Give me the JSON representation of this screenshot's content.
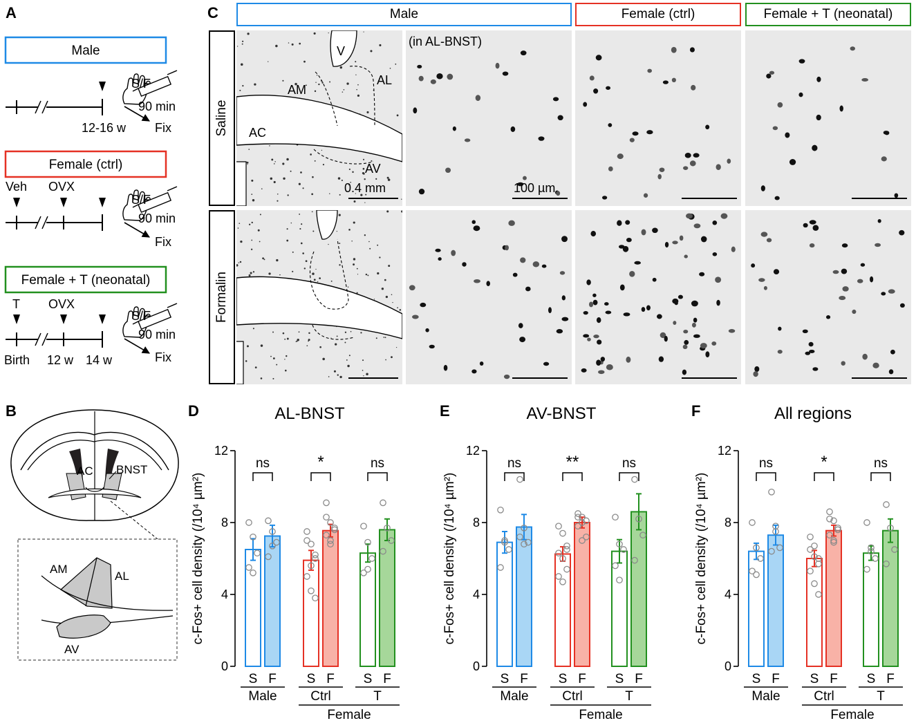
{
  "panels": {
    "A": "A",
    "B": "B",
    "C": "C",
    "D": "D",
    "E": "E",
    "F": "F"
  },
  "colors": {
    "male": "#1e8ae6",
    "female_ctrl": "#e53124",
    "female_t": "#22901f",
    "male_fill": "#a9d6f5",
    "ctrl_fill": "#f8b2a7",
    "t_fill": "#a6d79a"
  },
  "panel_a": {
    "groups": [
      {
        "label": "Male",
        "color": "#1e8ae6",
        "events": [],
        "times": [
          "12-16 w"
        ],
        "stim": "S/F",
        "wait": "90 min",
        "fix": "Fix"
      },
      {
        "label": "Female (ctrl)",
        "color": "#e53124",
        "events": [
          "Veh",
          "OVX"
        ],
        "times": [],
        "stim": "S/F",
        "wait": "90 min",
        "fix": "Fix"
      },
      {
        "label": "Female + T (neonatal)",
        "color": "#22901f",
        "events": [
          "T",
          "OVX"
        ],
        "times": [
          "Birth",
          "12 w",
          "14 w"
        ],
        "stim": "S/F",
        "wait": "90 min",
        "fix": "Fix"
      }
    ]
  },
  "panel_b": {
    "labels": {
      "ac": "AC",
      "bnst": "BNST",
      "am": "AM",
      "al": "AL",
      "av": "AV"
    }
  },
  "panel_c": {
    "headers": [
      "Male",
      "Female (ctrl)",
      "Female + T (neonatal)"
    ],
    "rows": [
      "Saline",
      "Formalin"
    ],
    "overview_labels": {
      "v": "V",
      "am": "AM",
      "al": "AL",
      "ac": "AC",
      "av": "AV"
    },
    "inset_note": "(in AL-BNST)",
    "scale_overview": "0.4 mm",
    "scale_detail": "100 µm"
  },
  "chart_data": [
    {
      "type": "bar",
      "title": "AL-BNST",
      "ylabel": "c-Fos+ cell density (/10⁴ µm²)",
      "ylim": [
        0,
        12
      ],
      "yticks": [
        0,
        4,
        8,
        12
      ],
      "categories": [
        "S",
        "F",
        "S",
        "F",
        "S",
        "F"
      ],
      "groups": [
        "Male",
        "Ctrl",
        "T"
      ],
      "supergroup": "Female",
      "values": [
        6.5,
        7.25,
        5.9,
        7.55,
        6.3,
        7.6
      ],
      "errors": [
        0.6,
        0.6,
        0.55,
        0.35,
        0.5,
        0.6
      ],
      "points": [
        [
          8.0,
          7.2,
          6.3,
          5.5,
          5.2
        ],
        [
          8.1,
          7.5,
          6.9,
          6.1,
          6.7
        ],
        [
          7.5,
          6.8,
          6.0,
          5.0,
          4.2,
          3.8,
          7.0,
          5.6,
          6.2
        ],
        [
          9.1,
          8.0,
          7.7,
          7.3,
          7.0,
          7.6,
          8.3,
          6.8
        ],
        [
          7.8,
          6.9,
          6.0,
          5.2,
          5.4
        ],
        [
          9.1,
          7.7,
          7.0,
          6.4
        ]
      ],
      "sig": [
        "ns",
        "*",
        "ns"
      ]
    },
    {
      "type": "bar",
      "title": "AV-BNST",
      "ylabel": "c-Fos+ cell density (/10⁴ µm²)",
      "ylim": [
        0,
        12
      ],
      "yticks": [
        0,
        4,
        8,
        12
      ],
      "categories": [
        "S",
        "F",
        "S",
        "F",
        "S",
        "F"
      ],
      "groups": [
        "Male",
        "Ctrl",
        "T"
      ],
      "supergroup": "Female",
      "values": [
        6.9,
        7.75,
        6.25,
        8.0,
        6.4,
        8.6
      ],
      "errors": [
        0.6,
        0.7,
        0.4,
        0.3,
        0.65,
        1.0
      ],
      "points": [
        [
          8.7,
          7.0,
          6.5,
          5.5,
          6.9
        ],
        [
          10.4,
          7.7,
          6.9,
          7.2,
          6.8
        ],
        [
          7.8,
          7.4,
          6.7,
          6.3,
          6.0,
          5.4,
          5.0,
          4.7,
          6.5
        ],
        [
          8.5,
          8.3,
          8.1,
          7.8,
          8.0,
          7.2,
          8.3,
          7.0
        ],
        [
          8.3,
          6.8,
          6.5,
          5.6,
          4.8
        ],
        [
          10.4,
          8.2,
          7.3,
          5.9
        ]
      ],
      "sig": [
        "ns",
        "**",
        "ns"
      ]
    },
    {
      "type": "bar",
      "title": "All regions",
      "ylabel": "c-Fos+ cell density (/10⁴ µm²)",
      "ylim": [
        0,
        12
      ],
      "yticks": [
        0,
        4,
        8,
        12
      ],
      "categories": [
        "S",
        "F",
        "S",
        "F",
        "S",
        "F"
      ],
      "groups": [
        "Male",
        "Ctrl",
        "T"
      ],
      "supergroup": "Female",
      "values": [
        6.4,
        7.3,
        6.0,
        7.55,
        6.3,
        7.55
      ],
      "errors": [
        0.45,
        0.55,
        0.45,
        0.3,
        0.4,
        0.65
      ],
      "points": [
        [
          8.0,
          6.6,
          6.0,
          5.3,
          5.1
        ],
        [
          9.7,
          7.5,
          6.6,
          6.4,
          7.8
        ],
        [
          7.2,
          6.7,
          6.0,
          5.3,
          4.6,
          4.0,
          6.5,
          6.1,
          5.7
        ],
        [
          8.6,
          8.1,
          7.7,
          7.3,
          7.0,
          7.6,
          8.2,
          6.9
        ],
        [
          8.0,
          6.4,
          6.0,
          5.4,
          6.6
        ],
        [
          9.0,
          7.7,
          6.5,
          5.7
        ]
      ],
      "sig": [
        "ns",
        "*",
        "ns"
      ]
    }
  ]
}
